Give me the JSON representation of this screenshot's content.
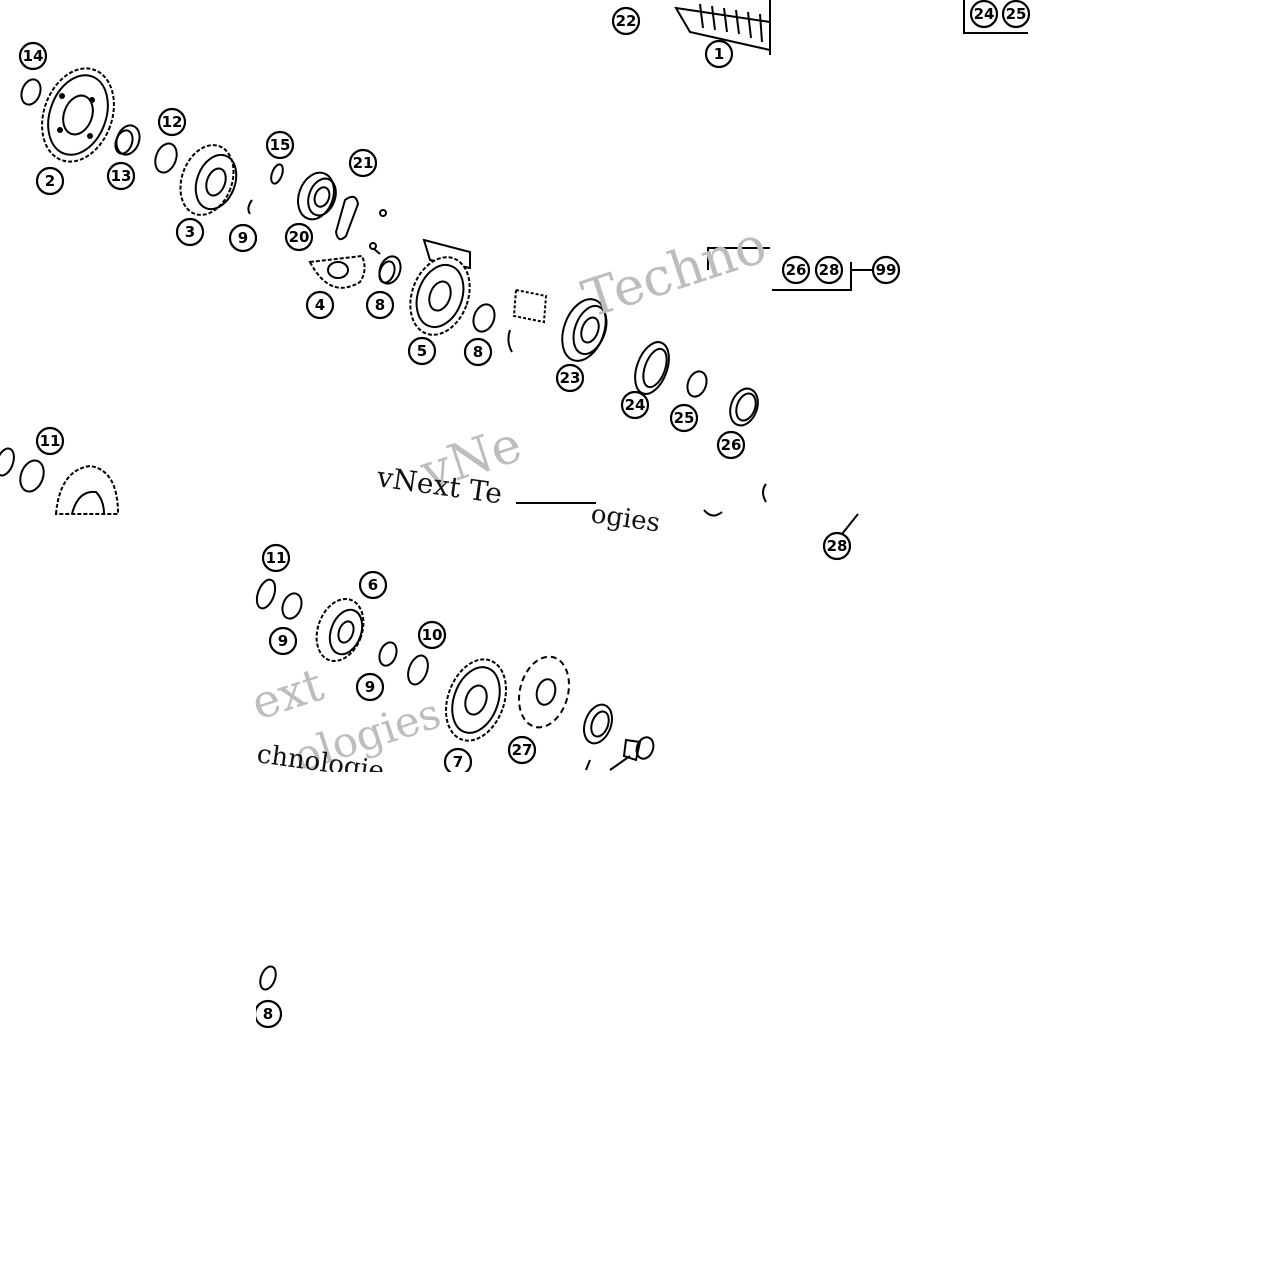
{
  "diagram": {
    "callouts": [
      {
        "id": "c22",
        "label": "22"
      },
      {
        "id": "c1",
        "label": "1"
      },
      {
        "id": "c14",
        "label": "14"
      },
      {
        "id": "c12",
        "label": "12"
      },
      {
        "id": "c13",
        "label": "13"
      },
      {
        "id": "c2",
        "label": "2"
      },
      {
        "id": "c15",
        "label": "15"
      },
      {
        "id": "c21",
        "label": "21"
      },
      {
        "id": "c3",
        "label": "3"
      },
      {
        "id": "c9a",
        "label": "9"
      },
      {
        "id": "c20",
        "label": "20"
      },
      {
        "id": "c4",
        "label": "4"
      },
      {
        "id": "c8a",
        "label": "8"
      },
      {
        "id": "c5",
        "label": "5"
      },
      {
        "id": "c8b",
        "label": "8"
      },
      {
        "id": "c23",
        "label": "23"
      },
      {
        "id": "c24",
        "label": "24"
      },
      {
        "id": "c25",
        "label": "25"
      },
      {
        "id": "c26",
        "label": "26"
      },
      {
        "id": "c28",
        "label": "28"
      },
      {
        "id": "c11a",
        "label": "11"
      },
      {
        "id": "c11b",
        "label": "11"
      },
      {
        "id": "c6",
        "label": "6"
      },
      {
        "id": "c9b",
        "label": "9"
      },
      {
        "id": "c10",
        "label": "10"
      },
      {
        "id": "c9c",
        "label": "9"
      },
      {
        "id": "c27",
        "label": "27"
      },
      {
        "id": "c7",
        "label": "7"
      },
      {
        "id": "c8c",
        "label": "8"
      }
    ],
    "kit_box_top": [
      "24",
      "25"
    ],
    "kit_box_mid": [
      "26",
      "28"
    ],
    "kit_ref": "99",
    "watermarks": {
      "w1": "Techno",
      "w2": "vNe",
      "w3": "vNext Te",
      "w4": "ogies",
      "w5": "ext",
      "w6": "ologies",
      "w7": "chnologie"
    }
  }
}
